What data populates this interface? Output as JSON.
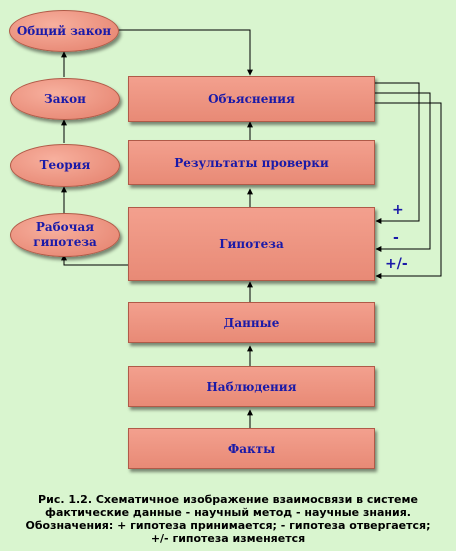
{
  "nodes": {
    "general_law": "Общий закон",
    "law": "Закон",
    "theory": "Теория",
    "working_hypothesis": "Рабочая гипотеза",
    "explanations": "Объяснения",
    "test_results": "Результаты проверки",
    "hypothesis": "Гипотеза",
    "data": "Данные",
    "observations": "Наблюдения",
    "facts": "Факты"
  },
  "signs": {
    "plus": "+",
    "minus": "-",
    "plusminus": "+/-"
  },
  "caption": {
    "line1": "Рис. 1.2. Схематичное изображение взаимосвязи в системе",
    "line2": "фактические данные - научный метод - научные знания.",
    "line3": "Обозначения: + гипотеза принимается; - гипотеза отвергается;",
    "line4": "+/- гипотеза изменяется"
  },
  "colors": {
    "background": "#d9f5cf",
    "shape_fill": "#ec8f7b",
    "text": "#1a1aa8",
    "line": "#000000"
  }
}
